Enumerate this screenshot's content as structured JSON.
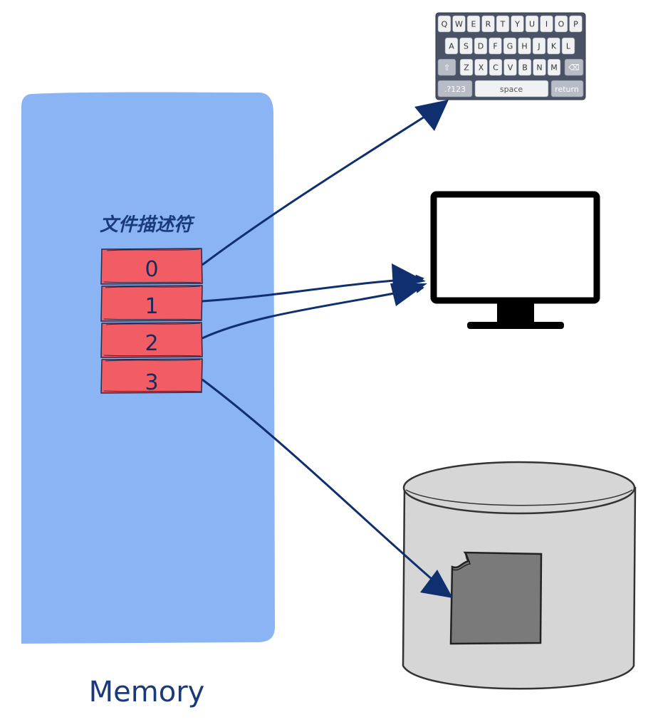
{
  "memory": {
    "label": "Memory",
    "fd_title": "文件描述符",
    "descriptors": [
      "0",
      "1",
      "2",
      "3"
    ]
  },
  "keyboard": {
    "row1": [
      "Q",
      "W",
      "E",
      "R",
      "T",
      "Y",
      "U",
      "I",
      "O",
      "P"
    ],
    "row2": [
      "A",
      "S",
      "D",
      "F",
      "G",
      "H",
      "J",
      "K",
      "L"
    ],
    "row3": [
      "Z",
      "X",
      "C",
      "V",
      "B",
      "N",
      "M"
    ],
    "mode_key": ".?123",
    "space_key": "space",
    "return_key": "return"
  },
  "colors": {
    "memory_fill": "#8ab4f4",
    "descriptor_fill": "#f25c64",
    "arrow": "#0f2f6e",
    "text_blue": "#1a3a7a",
    "disk_fill": "#d6d6d6",
    "file_fill": "#7a7a7a"
  },
  "icons": {
    "keyboard": "keyboard-icon",
    "monitor": "monitor-icon",
    "disk": "disk-icon",
    "file": "file-icon"
  }
}
